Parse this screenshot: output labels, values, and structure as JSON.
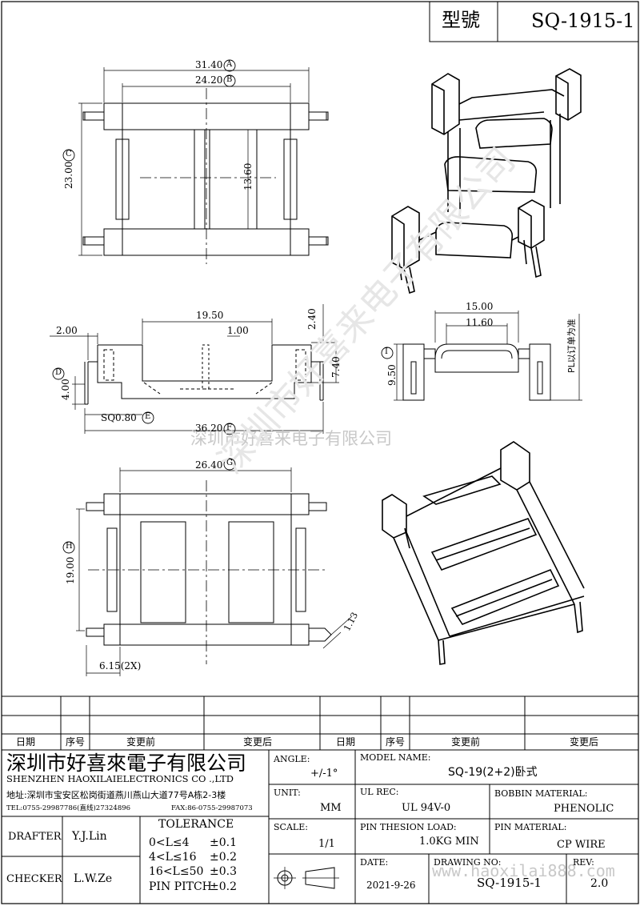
{
  "model": {
    "label": "型號",
    "value": "SQ-1915-1"
  },
  "dims": {
    "a": "31.40",
    "a_tag": "A",
    "b": "24.20",
    "b_tag": "B",
    "c": "23.00",
    "c_tag": "C",
    "d1": "13.60",
    "e1": "19.50",
    "e2": "1.00",
    "e3": "2.00",
    "e4": "2.40",
    "e5": "7.40",
    "e6": "4.00",
    "d_tag": "D",
    "sq": "SQ0.80",
    "e_tag": "E",
    "f": "36.20",
    "f_tag": "F",
    "s1": "15.00",
    "s2": "11.60",
    "s3": "9.50",
    "i_tag": "I",
    "pl": "PL以订单为准",
    "g": "26.40",
    "g_tag": "G",
    "h": "19.00",
    "h_tag": "H",
    "k": "1.13",
    "pitch": "6.15(2X)"
  },
  "watermark": {
    "text1": "深圳市好喜来电子有限公司",
    "text2": "www.haoxilai888.com"
  },
  "revision": {
    "col1": "日期",
    "col2": "序号",
    "col3": "变更前",
    "col4": "变更后"
  },
  "company": {
    "name_cn": "深圳市好喜來電子有限公司",
    "name_en": "SHENZHEN HAOXILAIELECTRONICS CO .,LTD",
    "address": "地址:深圳市宝安区松岗街道燕川燕山大道77号A栋2-3楼",
    "tel": "TEL:0755-29987786(直线)27324896",
    "fax": "FAX:86-0755-29987073"
  },
  "people": {
    "drafter_label": "DRAFTER",
    "drafter": "Y.J.Lin",
    "checker_label": "CHECKER",
    "checker": "L.W.Ze"
  },
  "tolerance": {
    "title": "TOLERANCE",
    "rows": [
      {
        "range": "0<L≤4",
        "value": "±0.1"
      },
      {
        "range": "4<L≤16",
        "value": "±0.2"
      },
      {
        "range": "16<L≤50",
        "value": "±0.3"
      },
      {
        "range": "PIN PITCH",
        "value": "±0.2"
      }
    ]
  },
  "spec": {
    "angle_label": "ANGLE:",
    "angle": "+/-1°",
    "unit_label": "UNIT:",
    "unit": "MM",
    "scale_label": "SCALE:",
    "scale": "1/1",
    "model_name_label": "MODEL NAME:",
    "model_name": "SQ-19(2+2)卧式",
    "ul_label": "UL REC:",
    "ul": "UL 94V-0",
    "bobbin_label": "BOBBIN MATERIAL:",
    "bobbin": "PHENOLIC",
    "pin_load_label": "PIN THESION LOAD:",
    "pin_load": "1.0KG MIN",
    "pin_mat_label": "PIN MATERIAL:",
    "pin_mat": "CP  WIRE",
    "date_label": "DATE:",
    "date": "2021-9-26",
    "drawing_label": "DRAWING NO:",
    "drawing": "SQ-1915-1",
    "rev_label": "REV:",
    "rev": "2.0"
  }
}
